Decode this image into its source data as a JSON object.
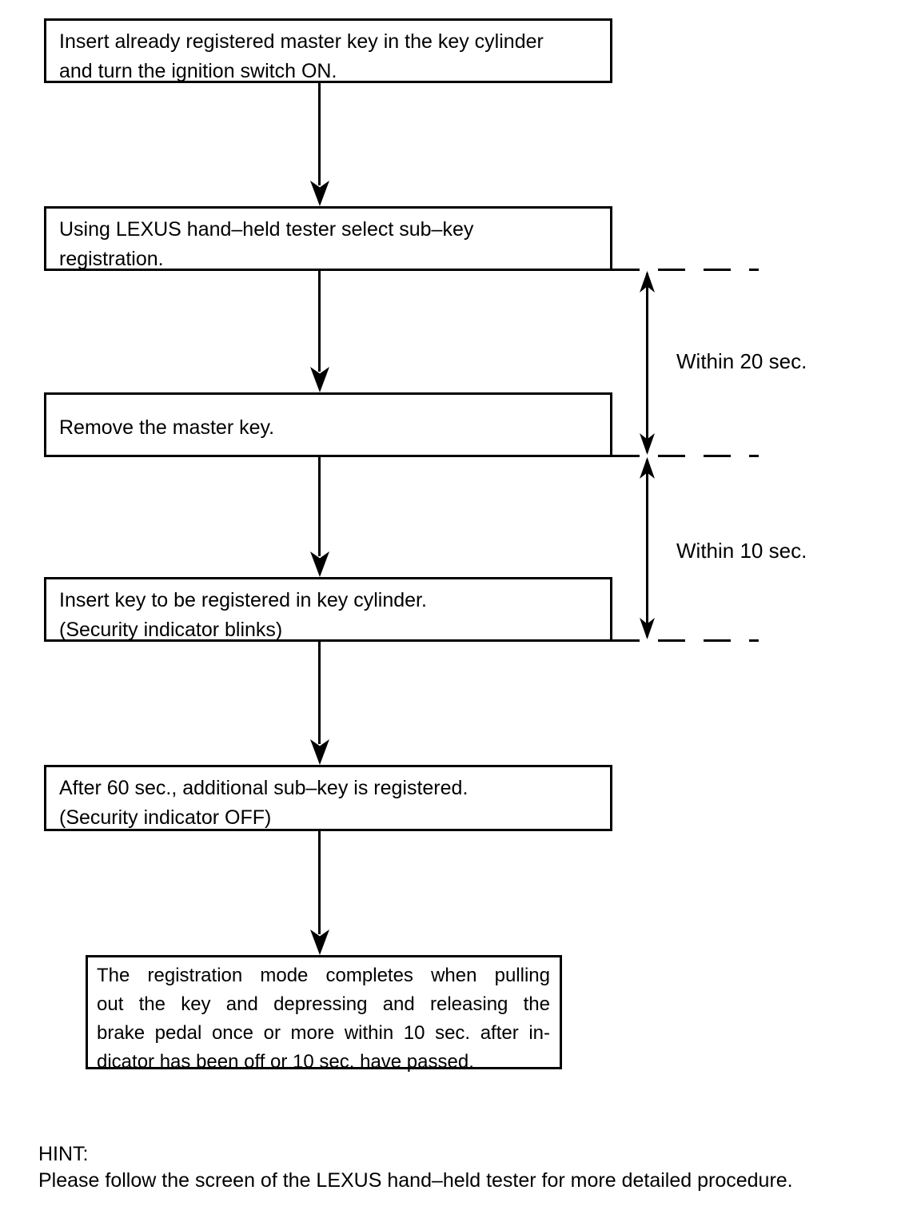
{
  "page": {
    "background": "#ffffff",
    "ink": "#000000"
  },
  "flowchart": {
    "steps": [
      {
        "lines": [
          "Insert already registered master key in the key cylinder",
          "and turn the ignition switch ON."
        ]
      },
      {
        "lines": [
          "Using LEXUS hand–held tester select sub–key",
          "registration."
        ]
      },
      {
        "lines": [
          "Remove the master key."
        ]
      },
      {
        "lines": [
          "Insert key to be registered in key cylinder.",
          "(Security indicator blinks)"
        ]
      },
      {
        "lines": [
          "After 60 sec., additional sub–key is registered.",
          "(Security indicator OFF)"
        ]
      },
      {
        "lines": [
          "The registration mode completes when pulling",
          "out the key and depressing and releasing the",
          "brake pedal once or more within 10 sec. after in-",
          "dicator has been off or 10 sec. have passed."
        ]
      }
    ],
    "annotations": [
      {
        "label": "Within 20 sec."
      },
      {
        "label": "Within 10 sec."
      }
    ]
  },
  "hint": {
    "heading": "HINT:",
    "body": "Please follow the screen of the LEXUS hand–held tester for more detailed procedure."
  }
}
